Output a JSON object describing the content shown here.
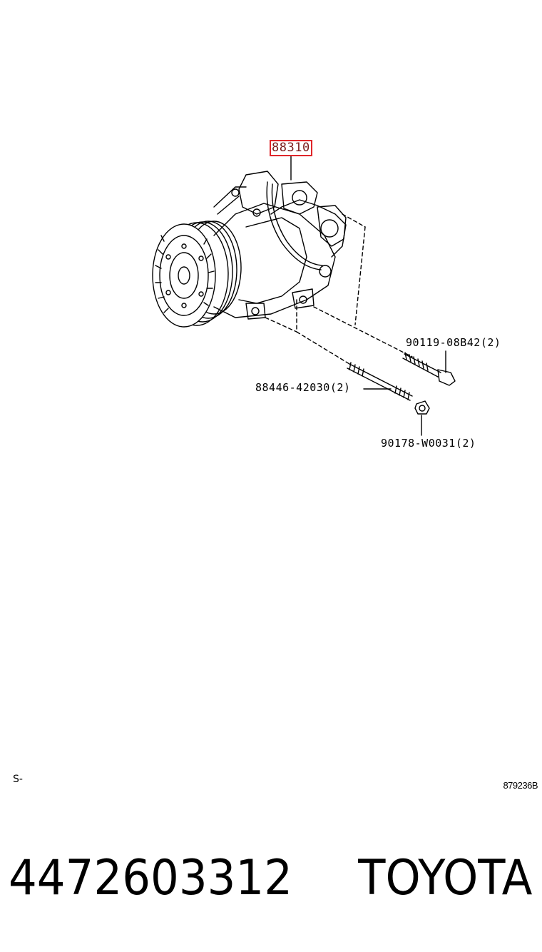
{
  "diagram": {
    "main_part_number": "88310",
    "callouts": [
      {
        "id": "bolt",
        "text": "90119-08B42(2)"
      },
      {
        "id": "stud",
        "text": "88446-42030(2)"
      },
      {
        "id": "nut",
        "text": "90178-W0031(2)"
      }
    ],
    "corner_left": "S-",
    "corner_right": "879236B"
  },
  "footer": {
    "part_number": "4472603312",
    "brand": "TOYOTA"
  },
  "colors": {
    "highlight_border": "#e0262a",
    "highlight_text": "#7a1a1a"
  }
}
